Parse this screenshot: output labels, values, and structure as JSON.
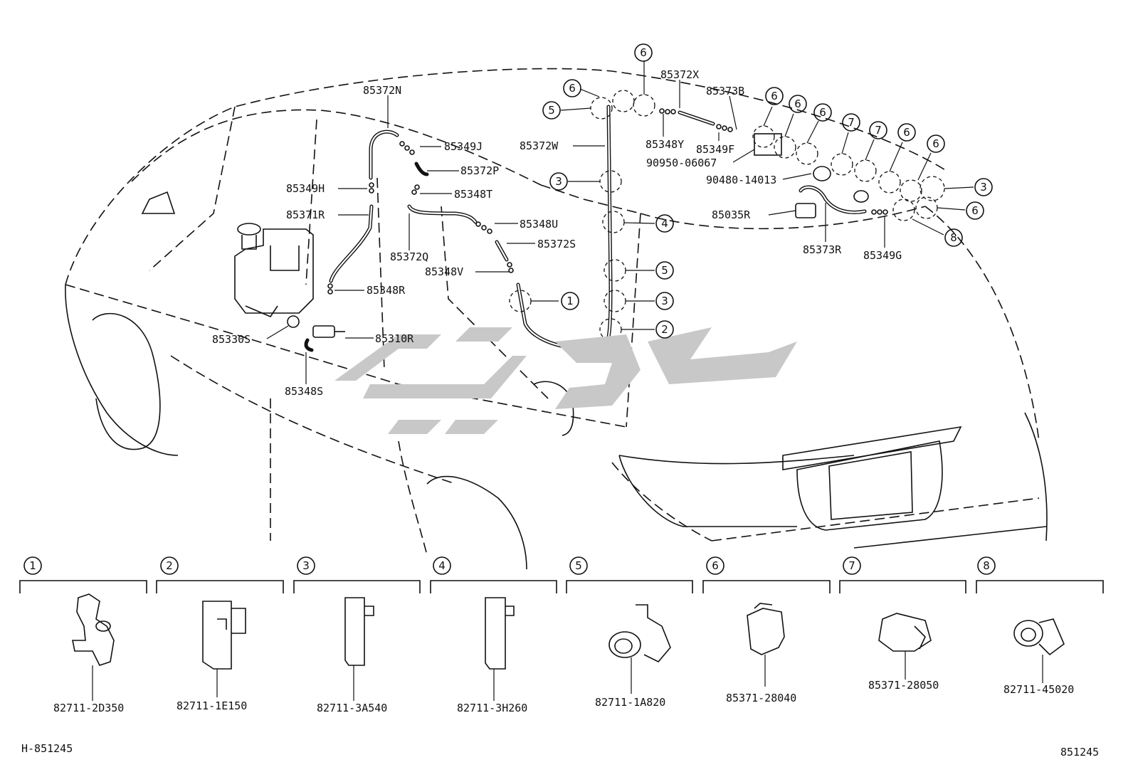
{
  "diagram_code_left": "H-851245",
  "diagram_code_right": "851245",
  "part_labels": [
    "85372N",
    "85349J",
    "85372P",
    "85349H",
    "85348T",
    "85371R",
    "85348U",
    "85372S",
    "85372Q",
    "85348V",
    "85348R",
    "85330S",
    "85310R",
    "85348S",
    "85372W",
    "85372X",
    "85373B",
    "85348Y",
    "85349F",
    "90950-06067",
    "90480-14013",
    "85035R",
    "85373R",
    "85349G"
  ],
  "clips": [
    {
      "num": "1",
      "part": "82711-2D350"
    },
    {
      "num": "2",
      "part": "82711-1E150"
    },
    {
      "num": "3",
      "part": "82711-3A540"
    },
    {
      "num": "4",
      "part": "82711-3H260"
    },
    {
      "num": "5",
      "part": "82711-1A820"
    },
    {
      "num": "6",
      "part": "85371-28040"
    },
    {
      "num": "7",
      "part": "85371-28050"
    },
    {
      "num": "8",
      "part": "82711-45020"
    }
  ],
  "callouts": [
    "6",
    "6",
    "5",
    "3",
    "4",
    "5",
    "3",
    "2",
    "1",
    "6",
    "6",
    "6",
    "7",
    "7",
    "6",
    "6",
    "3",
    "6",
    "8"
  ]
}
